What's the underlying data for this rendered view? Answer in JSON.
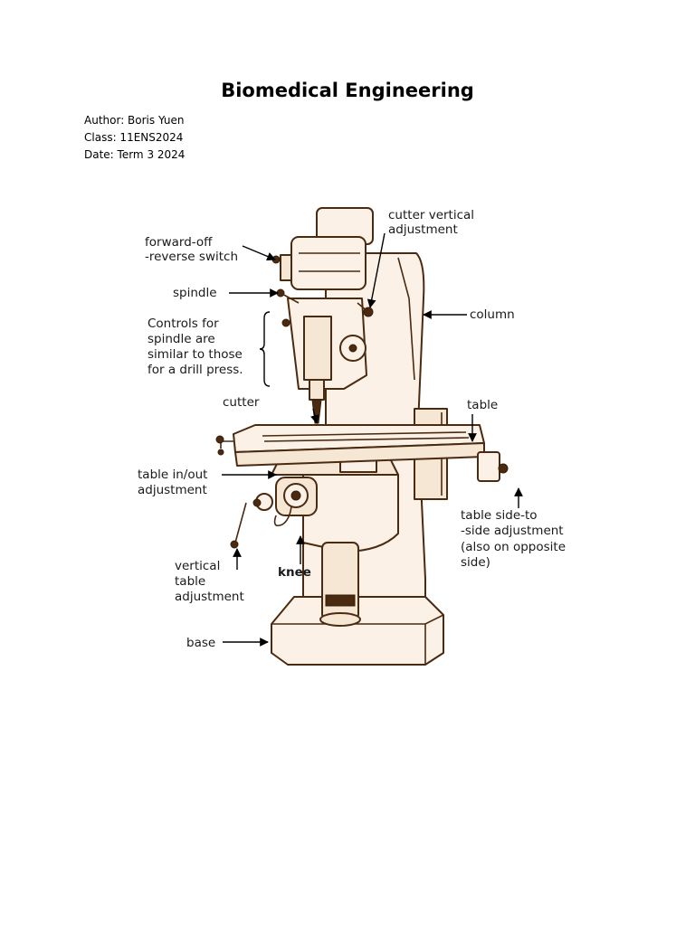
{
  "document": {
    "title": "Biomedical Engineering",
    "author_line": "Author: Boris Yuen",
    "class_line": "Class: 11ENS2024",
    "date_line": "Date: Term 3 2024"
  },
  "figure": {
    "labels": {
      "forward_off_1": "forward-off",
      "forward_off_2": "-reverse switch",
      "spindle": "spindle",
      "controls_1": "Controls for",
      "controls_2": "spindle are",
      "controls_3": "similar to those",
      "controls_4": "for a drill press.",
      "cutter_vertical_1": "cutter vertical",
      "cutter_vertical_2": "adjustment",
      "column": "column",
      "cutter": "cutter",
      "table": "table",
      "table_inout_1": "table in/out",
      "table_inout_2": "adjustment",
      "side_1": "table side-to",
      "side_2": "-side adjustment",
      "side_3": "(also on opposite",
      "side_4": "side)",
      "vertical_1": "vertical",
      "vertical_2": "table",
      "vertical_3": "adjustment",
      "knee": "knee",
      "base": "base"
    }
  }
}
